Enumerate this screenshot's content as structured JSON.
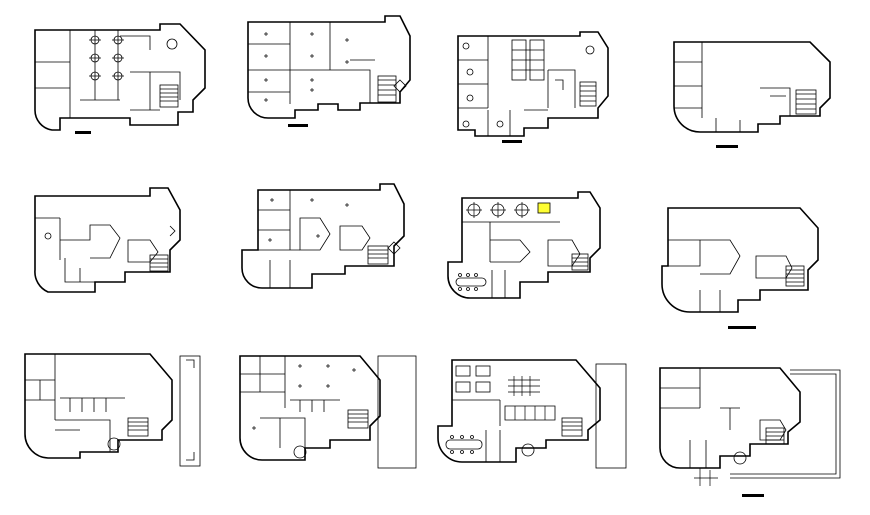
{
  "sheet": {
    "background": "#ffffff",
    "line_color": "#000000",
    "accent_fill": "#ffff33"
  },
  "plans": [
    {
      "id": "r1c1",
      "row": 1,
      "col": 1,
      "variant": "furnished"
    },
    {
      "id": "r1c2",
      "row": 1,
      "col": 2,
      "variant": "ceiling"
    },
    {
      "id": "r1c3",
      "row": 1,
      "col": 3,
      "variant": "furnished"
    },
    {
      "id": "r1c4",
      "row": 1,
      "col": 4,
      "variant": "walls"
    },
    {
      "id": "r2c1",
      "row": 2,
      "col": 1,
      "variant": "walls"
    },
    {
      "id": "r2c2",
      "row": 2,
      "col": 2,
      "variant": "ceiling"
    },
    {
      "id": "r2c3",
      "row": 2,
      "col": 3,
      "variant": "furnished"
    },
    {
      "id": "r2c4",
      "row": 2,
      "col": 4,
      "variant": "walls"
    },
    {
      "id": "r3c1",
      "row": 3,
      "col": 1,
      "variant": "walls"
    },
    {
      "id": "r3c2",
      "row": 3,
      "col": 2,
      "variant": "ceiling"
    },
    {
      "id": "r3c3",
      "row": 3,
      "col": 3,
      "variant": "furnished"
    },
    {
      "id": "r3c4",
      "row": 3,
      "col": 4,
      "variant": "walls"
    }
  ]
}
